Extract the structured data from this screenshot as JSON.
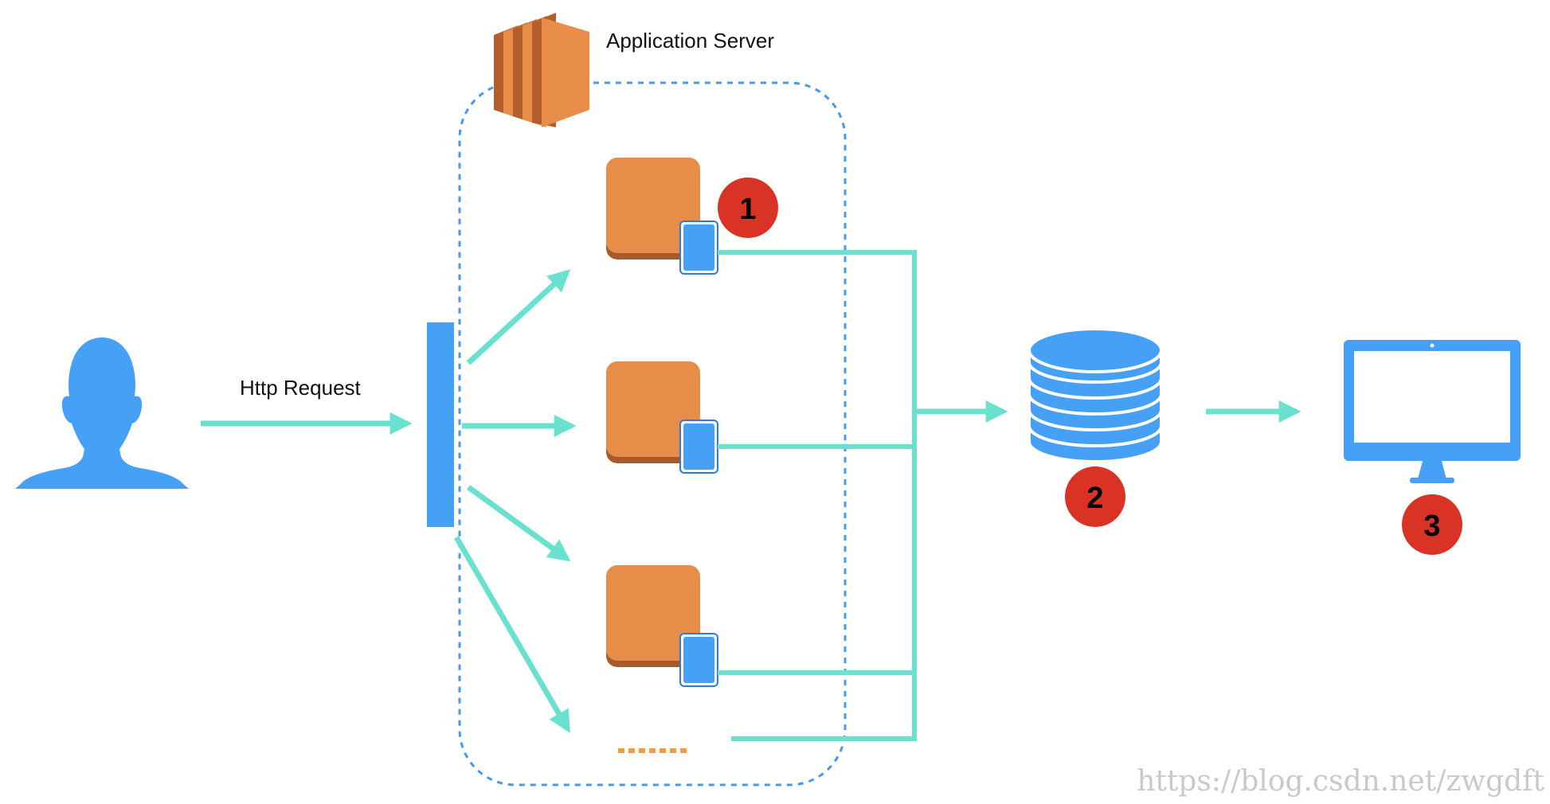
{
  "labels": {
    "app_server": "Application Server",
    "http_request": "Http Request"
  },
  "badges": [
    "1",
    "2",
    "3"
  ],
  "watermark": "https://blog.csdn.net/zwgdft",
  "icons": {
    "user": "user-silhouette-icon",
    "server": "ec2-server-icon",
    "instance": "app-instance-icon",
    "log": "log-file-icon",
    "database": "database-icon",
    "monitor": "monitor-icon"
  },
  "colors": {
    "arrow": "#6ae1cf",
    "blue": "#46a0f5",
    "orange": "#e88c4a",
    "orange_shadow": "#a85a2d",
    "badge": "#d93325",
    "dashed_border": "#4a98ea",
    "ellipsis": "#f19d43"
  }
}
